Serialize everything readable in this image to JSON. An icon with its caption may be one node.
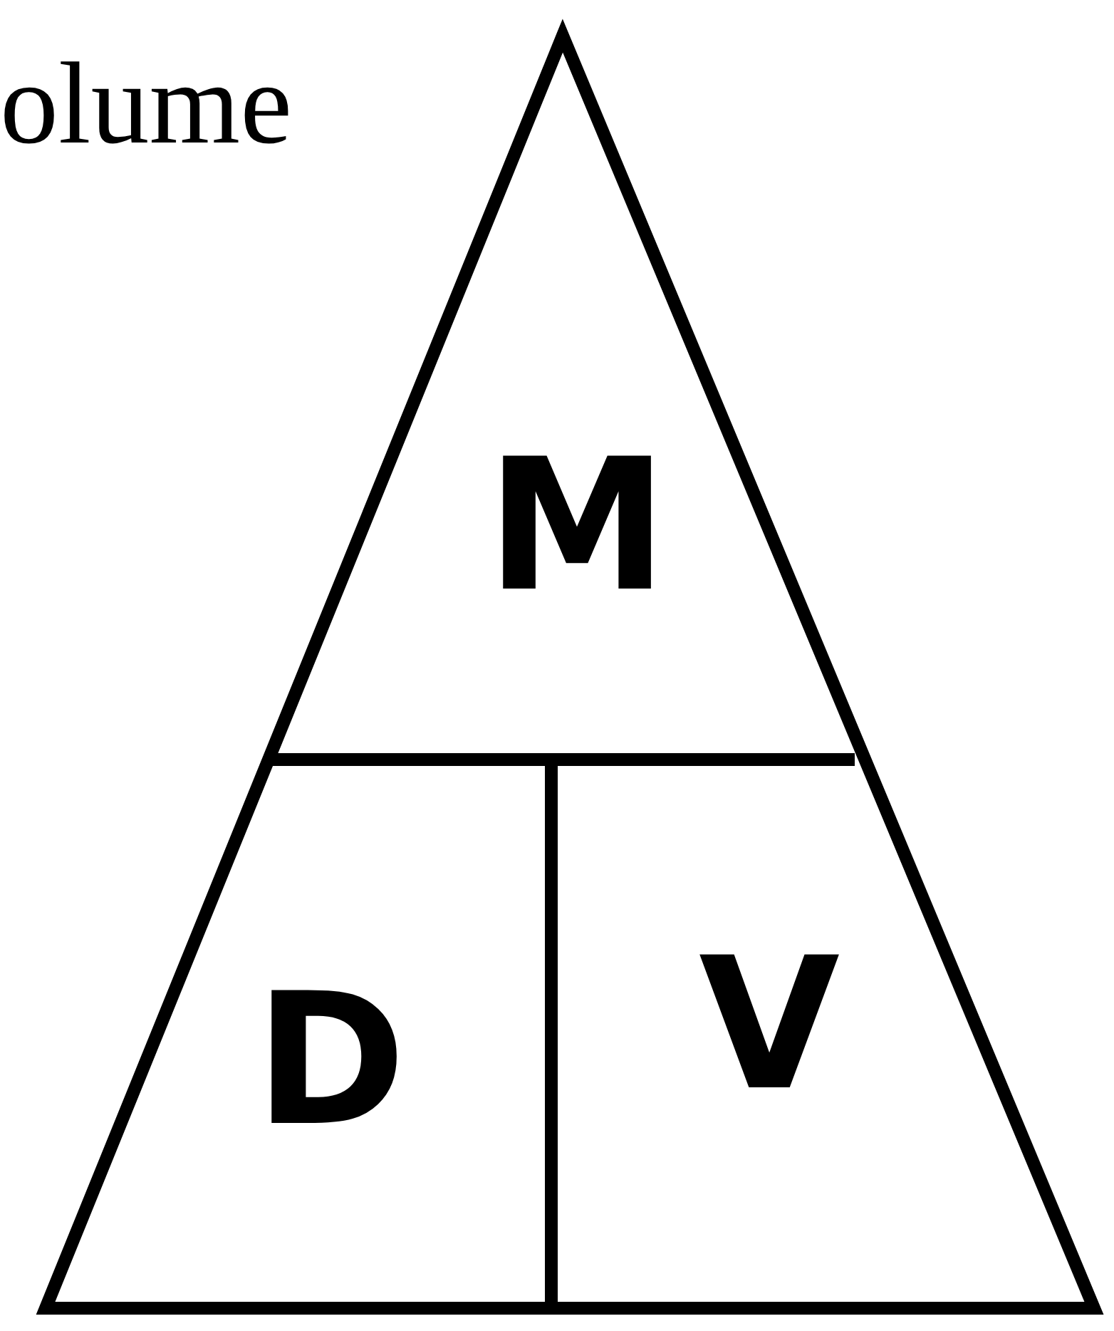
{
  "diagram": {
    "nodes": [
      {
        "text": [
          "M"
        ]
      },
      {
        "text": [
          "D"
        ]
      },
      {
        "text": [
          "V"
        ]
      }
    ],
    "labels": [
      "olume"
    ]
  }
}
